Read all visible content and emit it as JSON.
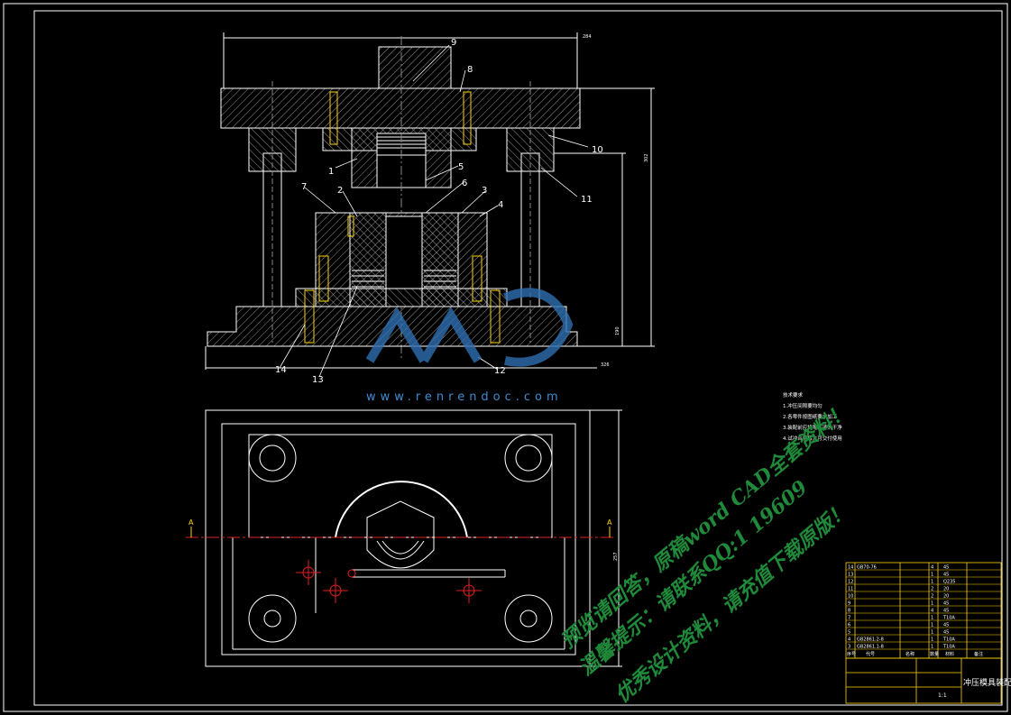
{
  "part_labels": [
    "9",
    "8",
    "10",
    "11",
    "1",
    "5",
    "7",
    "2",
    "6",
    "3",
    "4",
    "14",
    "13",
    "12"
  ],
  "dims": {
    "top_width": "284",
    "height_left": "302",
    "height_right": "190",
    "bottom_width": "326",
    "plan_height": "257"
  },
  "section_marks": [
    "A",
    "A"
  ],
  "notes_title": "技术要求",
  "note_lines": [
    "1.冲压间隙要均匀",
    "2.各零件按图纸要求加工",
    "3.装配前应将零件清洗干净",
    "4.试冲合格后方可交付使用"
  ],
  "watermark": {
    "site": "www.renrendoc.com",
    "line1": "预览请回答，原稿word CAD全套资料！",
    "line2": "温馨提示：请联系QQ:1  19609",
    "line3": "优秀设计资料，请充值下载原版！"
  },
  "bom_rows": [
    {
      "no": "14",
      "name": "GB70-76",
      "qty": "4",
      "mat": "45"
    },
    {
      "no": "13",
      "name": "",
      "qty": "1",
      "mat": "45"
    },
    {
      "no": "12",
      "name": "",
      "qty": "1",
      "mat": "Q235"
    },
    {
      "no": "11",
      "name": "",
      "qty": "2",
      "mat": "20"
    },
    {
      "no": "10",
      "name": "",
      "qty": "2",
      "mat": "20"
    },
    {
      "no": "9",
      "name": "",
      "qty": "1",
      "mat": "45"
    },
    {
      "no": "8",
      "name": "",
      "qty": "4",
      "mat": "45"
    },
    {
      "no": "7",
      "name": "",
      "qty": "1",
      "mat": "T10A"
    },
    {
      "no": "6",
      "name": "",
      "qty": "1",
      "mat": "45"
    },
    {
      "no": "5",
      "name": "",
      "qty": "1",
      "mat": "45"
    },
    {
      "no": "4",
      "name": "GB2861.2-8",
      "qty": "1",
      "mat": "T10A"
    },
    {
      "no": "3",
      "name": "GB2861.1-8",
      "qty": "1",
      "mat": "T10A"
    }
  ],
  "bom_header": {
    "no": "序号",
    "name": "代号",
    "part": "名称",
    "qty": "数量",
    "mat": "材料",
    "note": "备注"
  },
  "title_block": {
    "drawing_name": "冲压模具装配图",
    "school": "",
    "scale": "1:1"
  }
}
